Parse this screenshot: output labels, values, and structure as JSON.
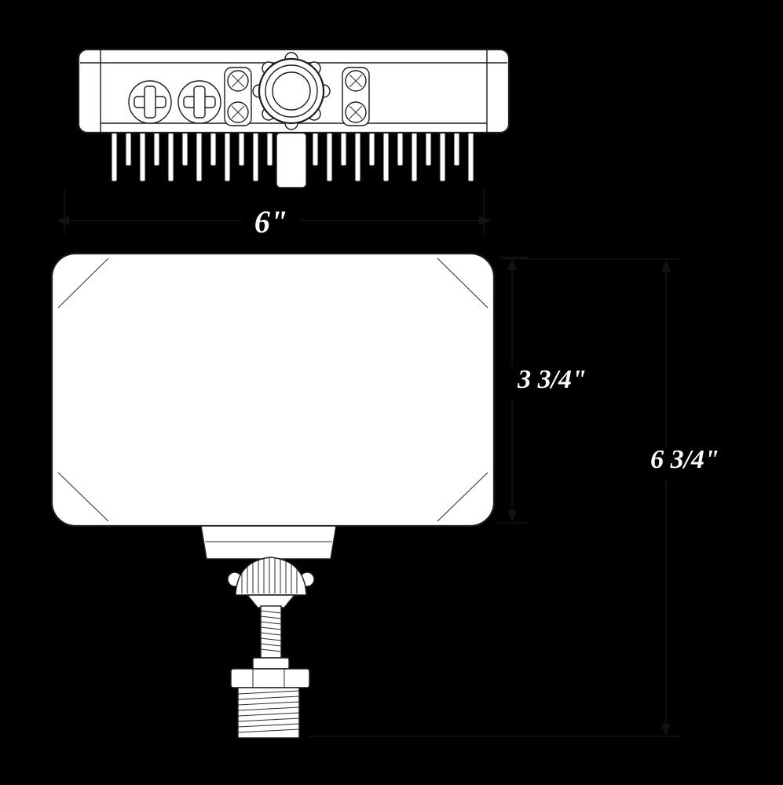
{
  "diagram": {
    "labels": {
      "width": "6\"",
      "face_height": "3 3/4\"",
      "total_height": "6 3/4\""
    },
    "colors": {
      "background": "#000000",
      "body_fill": "#ffffff",
      "line_work": "#1c1c1c",
      "label_text": "#ffffff",
      "label_outline": "#000000"
    }
  }
}
